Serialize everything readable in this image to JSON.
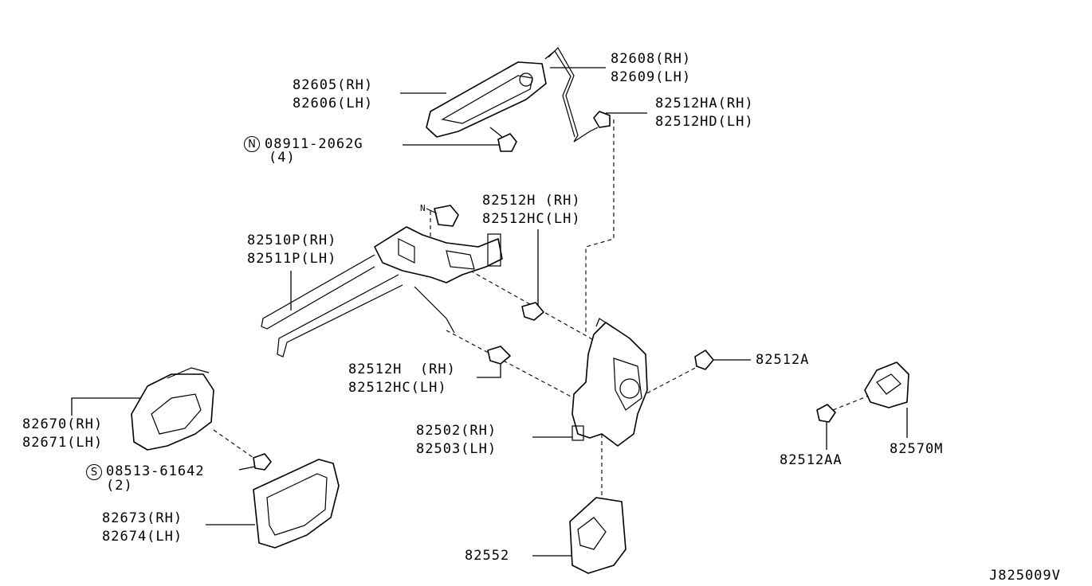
{
  "labels": {
    "l82605": "82605(RH)",
    "l82606": "82606(LH)",
    "l82608": "82608(RH)",
    "l82609": "82609(LH)",
    "l82512ha": "82512HA(RH)",
    "l82512hd": "82512HD(LH)",
    "n_symbol": "N",
    "l08911": "08911-2062G",
    "l08911_qty": "(4)",
    "l82512h_a": "82512H (RH)",
    "l82512hc_a": "82512HC(LH)",
    "l82510p": "82510P(RH)",
    "l82511p": "82511P(LH)",
    "l82512h_b": "82512H  (RH)",
    "l82512hc_b": "82512HC(LH)",
    "l82512a": "82512A",
    "l82670": "82670(RH)",
    "l82671": "82671(LH)",
    "l82502": "82502(RH)",
    "l82503": "82503(LH)",
    "s_symbol": "S",
    "l08513": "08513-61642",
    "l08513_qty": "(2)",
    "l82512aa": "82512AA",
    "l82570m": "82570M",
    "l82673": "82673(RH)",
    "l82674": "82674(LH)",
    "l82552": "82552",
    "diagram_id": "J825009V"
  },
  "small_marker": "N"
}
